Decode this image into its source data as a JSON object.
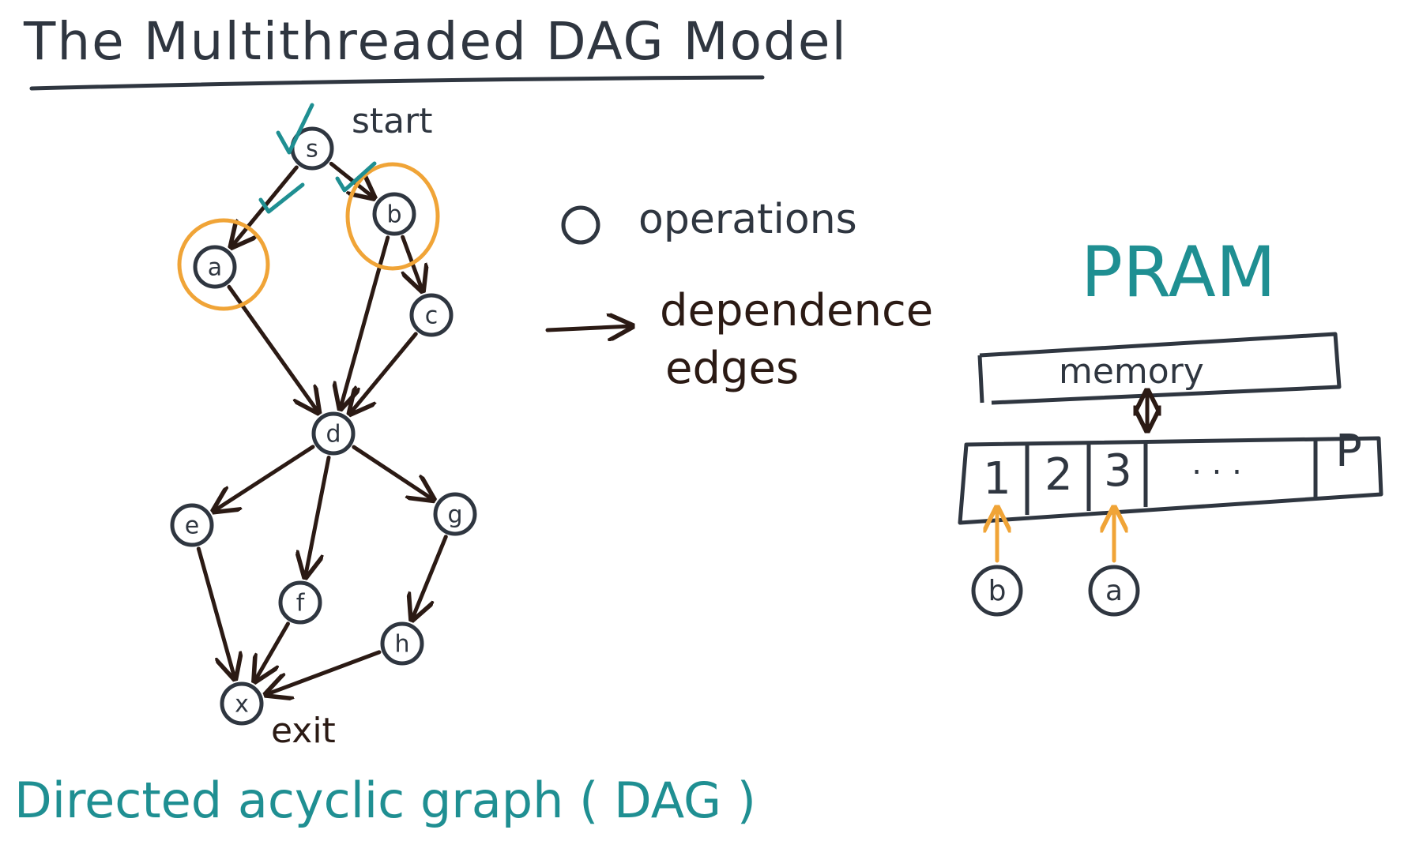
{
  "title": "The Multithreaded DAG Model",
  "colors": {
    "ink": "#2f3640",
    "edge": "#2b1a14",
    "teal": "#1f8f92",
    "orange": "#f0a437"
  },
  "dag": {
    "start_label": "start",
    "exit_label": "exit",
    "nodes": [
      {
        "id": "s",
        "label": "s",
        "checked": true
      },
      {
        "id": "a",
        "label": "a",
        "checked": true,
        "highlighted": true
      },
      {
        "id": "b",
        "label": "b",
        "checked": true,
        "highlighted": true
      },
      {
        "id": "c",
        "label": "c"
      },
      {
        "id": "d",
        "label": "d"
      },
      {
        "id": "e",
        "label": "e"
      },
      {
        "id": "f",
        "label": "f"
      },
      {
        "id": "g",
        "label": "g"
      },
      {
        "id": "h",
        "label": "h"
      },
      {
        "id": "x",
        "label": "x"
      }
    ],
    "edges": [
      [
        "s",
        "a"
      ],
      [
        "s",
        "b"
      ],
      [
        "b",
        "c"
      ],
      [
        "a",
        "d"
      ],
      [
        "b",
        "d"
      ],
      [
        "c",
        "d"
      ],
      [
        "d",
        "e"
      ],
      [
        "d",
        "f"
      ],
      [
        "d",
        "g"
      ],
      [
        "g",
        "h"
      ],
      [
        "e",
        "x"
      ],
      [
        "f",
        "x"
      ],
      [
        "h",
        "x"
      ]
    ],
    "caption": "Directed acyclic graph ( DAG )"
  },
  "legend": {
    "node_label": "operations",
    "edge_label_line1": "dependence",
    "edge_label_line2": "edges"
  },
  "pram": {
    "title": "PRAM",
    "memory_label": "memory",
    "processors": [
      "1",
      "2",
      "3",
      ". . .",
      "P"
    ],
    "assignments": [
      {
        "processor": "1",
        "op": "b"
      },
      {
        "processor": "3",
        "op": "a"
      }
    ]
  }
}
